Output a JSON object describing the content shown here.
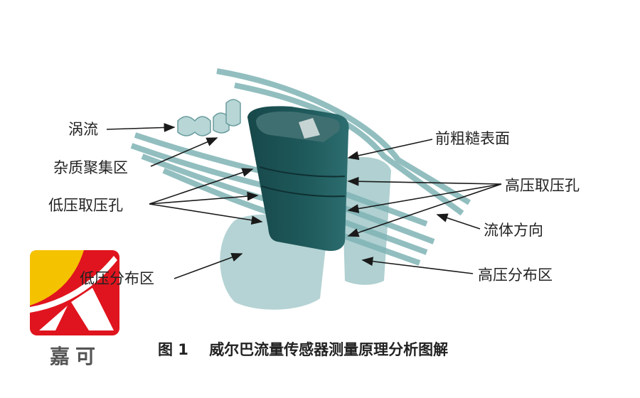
{
  "labels": {
    "vortex": "涡流",
    "impurity_zone": "杂质聚集区",
    "low_pressure_taps": "低压取压孔",
    "low_pressure_zone": "低压分布区",
    "front_rough_surface": "前粗糙表面",
    "high_pressure_taps": "高压取压孔",
    "flow_direction": "流体方向",
    "high_pressure_zone": "高压分布区"
  },
  "caption": {
    "figure_number": "图 1",
    "title": "威尔巴流量传感器测量原理分析图解"
  },
  "logo": {
    "text": "嘉可",
    "colors": {
      "red": "#e0141e",
      "yellow": "#f5c200"
    }
  },
  "colors": {
    "sensor_body": "#1f5a5c",
    "flow_bands": "#7fb3b5",
    "pressure_zone": "#9cc4c6",
    "arrow": "#1a1a1a"
  }
}
